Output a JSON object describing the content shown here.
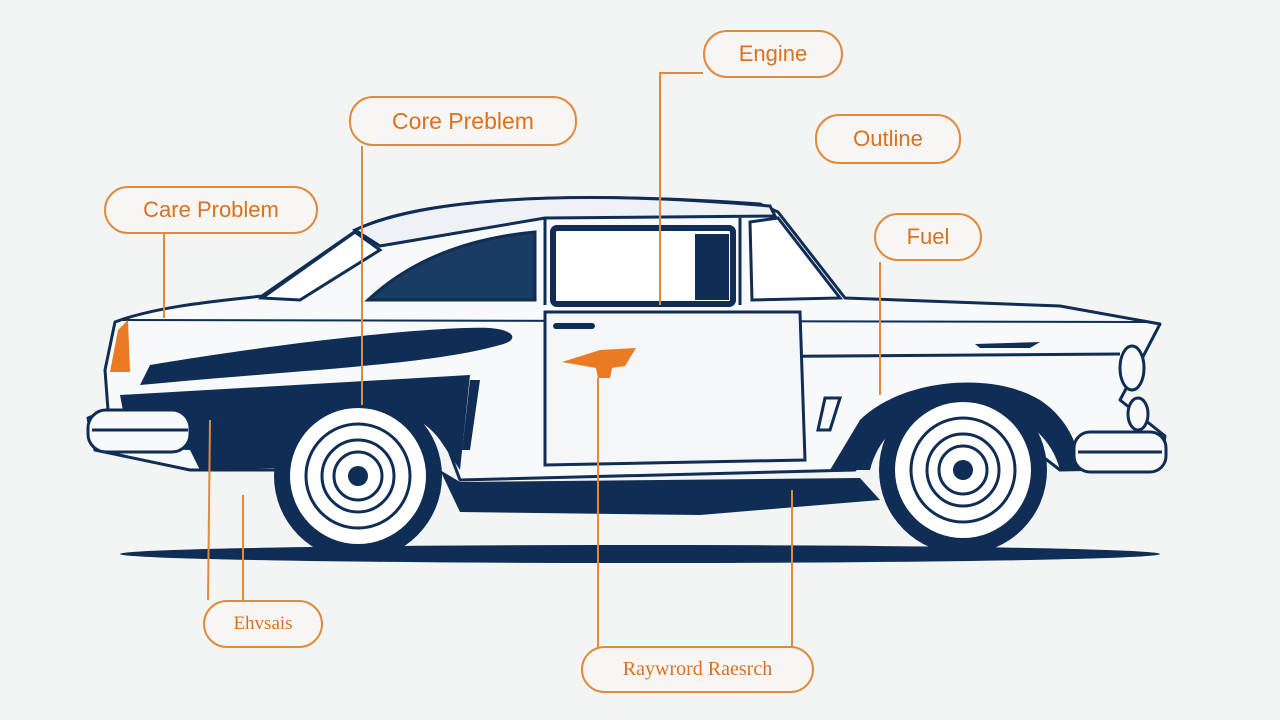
{
  "labels": {
    "engine": "Engine",
    "core_problem_top": "Core Prеblem",
    "outline": "Outline",
    "care_problem": "Care Problem",
    "fuel": "Fuel",
    "chassis": "Ehvsais",
    "keyword_research": "Raywrord Raesrch"
  },
  "colors": {
    "accent": "#e08a3c",
    "navy": "#0f2d55",
    "background": "#f3f4f4"
  }
}
